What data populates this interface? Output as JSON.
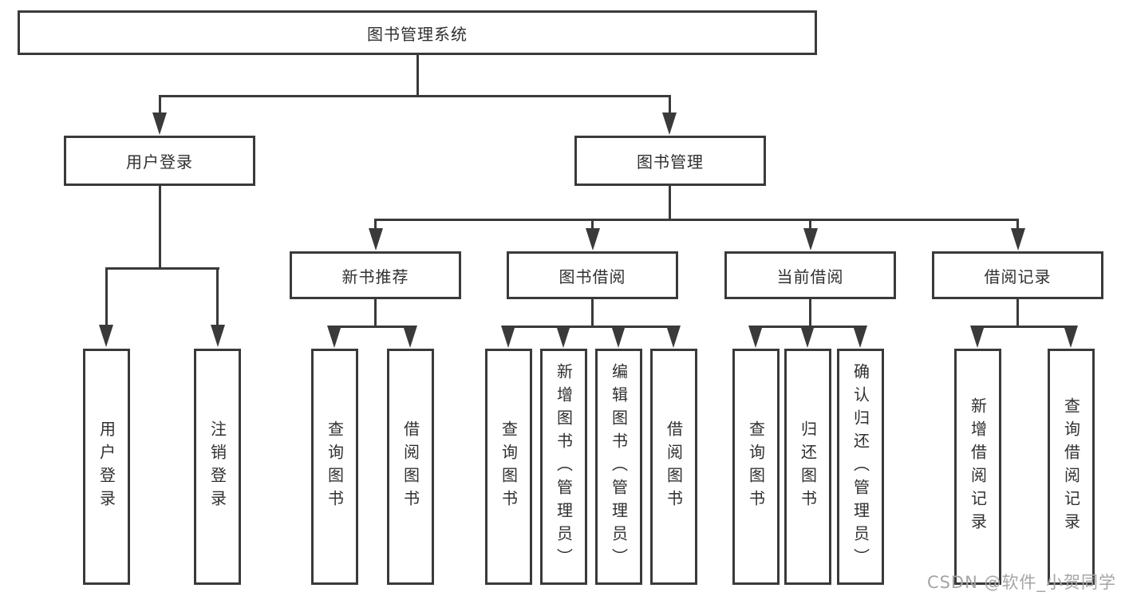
{
  "diagram": {
    "title": "图书管理系统",
    "branches": [
      {
        "label": "用户登录",
        "children": [
          {
            "label": "用户登录"
          },
          {
            "label": "注销登录"
          }
        ]
      },
      {
        "label": "图书管理",
        "children": [
          {
            "label": "新书推荐",
            "children": [
              {
                "label": "查询图书"
              },
              {
                "label": "借阅图书"
              }
            ]
          },
          {
            "label": "图书借阅",
            "children": [
              {
                "label": "查询图书"
              },
              {
                "label": "新增图书（管理员）"
              },
              {
                "label": "编辑图书（管理员）"
              },
              {
                "label": "借阅图书"
              }
            ]
          },
          {
            "label": "当前借阅",
            "children": [
              {
                "label": "查询图书"
              },
              {
                "label": "归还图书"
              },
              {
                "label": "确认归还（管理员）"
              }
            ]
          },
          {
            "label": "借阅记录",
            "children": [
              {
                "label": "新增借阅记录"
              },
              {
                "label": "查询借阅记录"
              }
            ]
          }
        ]
      }
    ]
  },
  "watermark": {
    "text": "CSDN @软件_小贺同学"
  },
  "colors": {
    "line": "#3a3a3a",
    "box_border": "#3a3a3a",
    "box_fill": "#ffffff",
    "text": "#303030",
    "watermark": "#a5a5a5",
    "background": "#ffffff"
  }
}
